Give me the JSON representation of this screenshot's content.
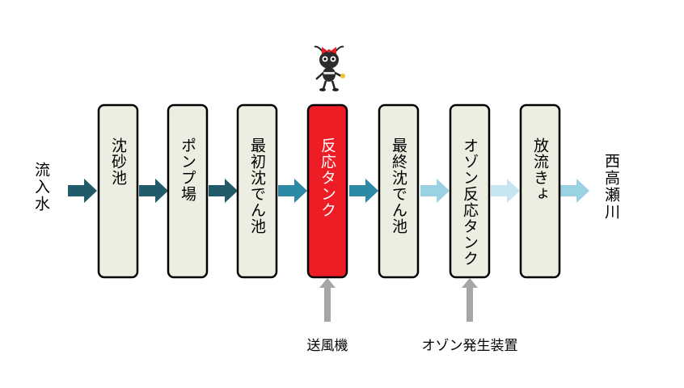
{
  "diagram": {
    "input_label": "流入水",
    "output_label": "西高瀬川",
    "stages": [
      {
        "label": "沈砂池",
        "highlight": false
      },
      {
        "label": "ポンプ場",
        "highlight": false
      },
      {
        "label": "最初沈でん池",
        "highlight": false
      },
      {
        "label": "反応タンク",
        "highlight": true
      },
      {
        "label": "最終沈でん池",
        "highlight": false
      },
      {
        "label": "オゾン反応タンク",
        "highlight": false
      },
      {
        "label": "放流きょ",
        "highlight": false
      }
    ],
    "feeds": [
      {
        "label": "送風機",
        "target_stage": 3
      },
      {
        "label": "オゾン発生装置",
        "target_stage": 5
      }
    ],
    "mascot_icon": "ant-mascot-icon",
    "colors": {
      "box_fill": "#ebeee0",
      "box_border": "#000000",
      "highlight_fill": "#ee1c25",
      "highlight_text": "#ffffff",
      "arrow_dark": "#215a6a",
      "arrow_mid": "#2e8aa4",
      "arrow_light": "#9ad1e3",
      "arrow_pale": "#c6e6ef",
      "feed_arrow": "#a6a6a6"
    }
  }
}
